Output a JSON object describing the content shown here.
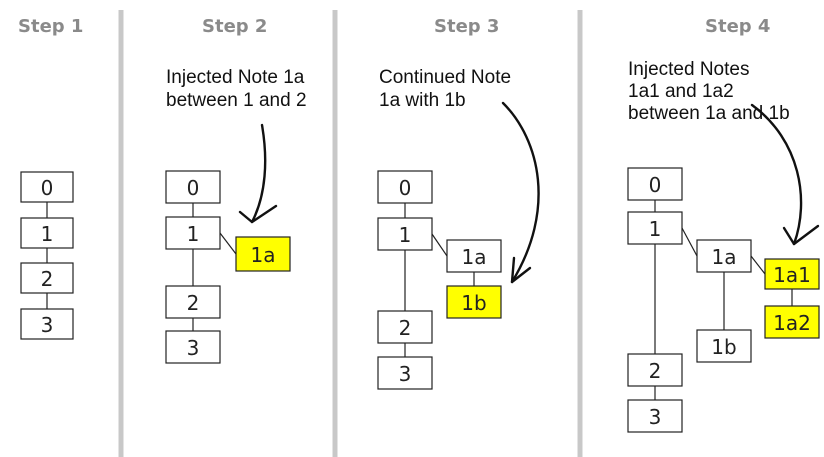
{
  "steps": [
    {
      "title": "Step 1",
      "note": []
    },
    {
      "title": "Step 2",
      "note": [
        "Injected Note 1a",
        "between 1 and 2"
      ]
    },
    {
      "title": "Step 3",
      "note": [
        "Continued Note",
        "1a with 1b"
      ]
    },
    {
      "title": "Step 4",
      "note": [
        "Injected Notes",
        "1a1 and 1a2",
        "between 1a and 1b"
      ]
    }
  ],
  "nodes": {
    "s1": [
      {
        "id": "s1-0",
        "label": "0"
      },
      {
        "id": "s1-1",
        "label": "1"
      },
      {
        "id": "s1-2",
        "label": "2"
      },
      {
        "id": "s1-3",
        "label": "3"
      }
    ],
    "s2": [
      {
        "id": "s2-0",
        "label": "0"
      },
      {
        "id": "s2-1",
        "label": "1"
      },
      {
        "id": "s2-1a",
        "label": "1a",
        "highlight": true
      },
      {
        "id": "s2-2",
        "label": "2"
      },
      {
        "id": "s2-3",
        "label": "3"
      }
    ],
    "s3": [
      {
        "id": "s3-0",
        "label": "0"
      },
      {
        "id": "s3-1",
        "label": "1"
      },
      {
        "id": "s3-1a",
        "label": "1a"
      },
      {
        "id": "s3-1b",
        "label": "1b",
        "highlight": true
      },
      {
        "id": "s3-2",
        "label": "2"
      },
      {
        "id": "s3-3",
        "label": "3"
      }
    ],
    "s4": [
      {
        "id": "s4-0",
        "label": "0"
      },
      {
        "id": "s4-1",
        "label": "1"
      },
      {
        "id": "s4-1a",
        "label": "1a"
      },
      {
        "id": "s4-1a1",
        "label": "1a1",
        "highlight": true
      },
      {
        "id": "s4-1a2",
        "label": "1a2",
        "highlight": true
      },
      {
        "id": "s4-1b",
        "label": "1b"
      },
      {
        "id": "s4-2",
        "label": "2"
      },
      {
        "id": "s4-3",
        "label": "3"
      }
    ]
  },
  "edges": {
    "s1": [
      [
        "s1-0",
        "s1-1"
      ],
      [
        "s1-1",
        "s1-2"
      ],
      [
        "s1-2",
        "s1-3"
      ]
    ],
    "s2": [
      [
        "s2-0",
        "s2-1"
      ],
      [
        "s2-1",
        "s2-1a"
      ],
      [
        "s2-1",
        "s2-2"
      ],
      [
        "s2-2",
        "s2-3"
      ]
    ],
    "s3": [
      [
        "s3-0",
        "s3-1"
      ],
      [
        "s3-1",
        "s3-1a"
      ],
      [
        "s3-1a",
        "s3-1b"
      ],
      [
        "s3-1",
        "s3-2"
      ],
      [
        "s3-2",
        "s3-3"
      ]
    ],
    "s4": [
      [
        "s4-0",
        "s4-1"
      ],
      [
        "s4-1",
        "s4-1a"
      ],
      [
        "s4-1a",
        "s4-1a1"
      ],
      [
        "s4-1a1",
        "s4-1a2"
      ],
      [
        "s4-1a",
        "s4-1b"
      ],
      [
        "s4-1",
        "s4-2"
      ],
      [
        "s4-2",
        "s4-3"
      ]
    ]
  },
  "colors": {
    "highlight": "#ffff00",
    "divider": "#c8c8c8",
    "title": "#8a8a8a"
  }
}
